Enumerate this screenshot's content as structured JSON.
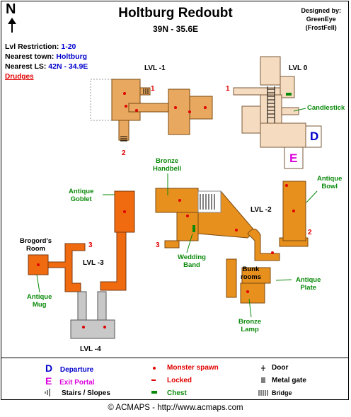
{
  "header": {
    "title": "Holtburg Redoubt",
    "coords": "39N - 35.6E",
    "designed_by_label": "Designed by:",
    "designer": "GreenEye",
    "designer_server": "(FrostFell)",
    "compass": "N"
  },
  "info": {
    "lvl_label": "Lvl Restriction:",
    "lvl_value": "1-20",
    "town_label": "Nearest town:",
    "town_value": "Holtburg",
    "ls_label": "Nearest LS:",
    "ls_value": "42N - 34.9E",
    "monster": "Drudges"
  },
  "levels": {
    "l_minus1": "LVL -1",
    "l_0": "LVL 0",
    "l_minus2": "LVL -2",
    "l_minus3": "LVL -3",
    "l_minus4": "LVL -4"
  },
  "links": {
    "one_a": "1",
    "one_b": "1",
    "two_a": "2",
    "two_b": "2",
    "three_a": "3",
    "three_b": "3"
  },
  "markers": {
    "departure": "D",
    "exit": "E"
  },
  "annotations": {
    "candlestick": "Candlestick",
    "bronze_handbell_1": "Bronze",
    "bronze_handbell_2": "Handbell",
    "antique_bowl_1": "Antique",
    "antique_bowl_2": "Bowl",
    "antique_goblet_1": "Antique",
    "antique_goblet_2": "Goblet",
    "brogord_1": "Brogord's",
    "brogord_2": "Room",
    "wedding_1": "Wedding",
    "wedding_2": "Band",
    "bunk_1": "Bunk",
    "bunk_2": "rooms",
    "antique_plate_1": "Antique",
    "antique_plate_2": "Plate",
    "antique_mug_1": "Antique",
    "antique_mug_2": "Mug",
    "bronze_lamp_1": "Bronze",
    "bronze_lamp_2": "Lamp"
  },
  "legend": {
    "departure": "Departure",
    "exit_portal": "Exit Portal",
    "stairs": "Stairs / Slopes",
    "monster_spawn": "Monster spawn",
    "locked": "Locked",
    "chest": "Chest",
    "door": "Door",
    "metal_gate": "Metal gate",
    "bridge": "Bridge"
  },
  "footer": "© ACMAPS - http://www.acmaps.com",
  "colors": {
    "level_minus1": "#e8a860",
    "level_0": "#f5dcc0",
    "level_minus2": "#e8901e",
    "level_minus3": "#f06a10",
    "level_minus4": "#c8c8c8",
    "spawn": "#e00000",
    "departure": "#0000cc",
    "exit": "#dd00dd"
  }
}
